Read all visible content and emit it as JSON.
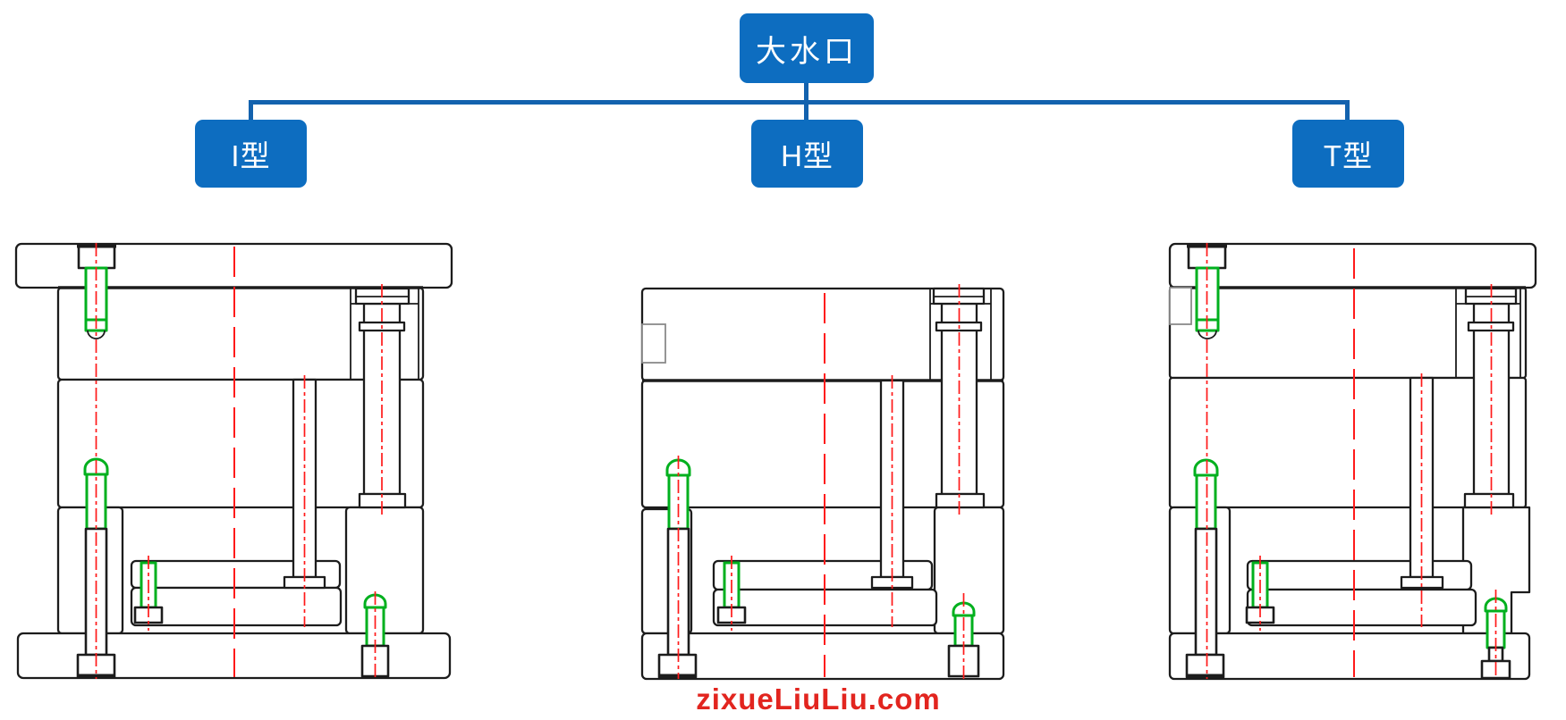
{
  "tree": {
    "root_label": "大水口",
    "children": [
      {
        "id": "i-type",
        "label": "I型"
      },
      {
        "id": "h-type",
        "label": "H型"
      },
      {
        "id": "t-type",
        "label": "T型"
      }
    ]
  },
  "watermark": {
    "text": "zixueLiuLiu.com"
  },
  "colors": {
    "node_fill": "#0d6dc0",
    "node_text": "#ffffff",
    "connector": "#1362ae",
    "drawing_outline": "#1c1c1c",
    "centerline_red": "#ff1a1a",
    "screw_green": "#00b01e",
    "notch_gray": "#8a8a8a",
    "watermark_red": "#e2251f",
    "background": "#ffffff"
  }
}
